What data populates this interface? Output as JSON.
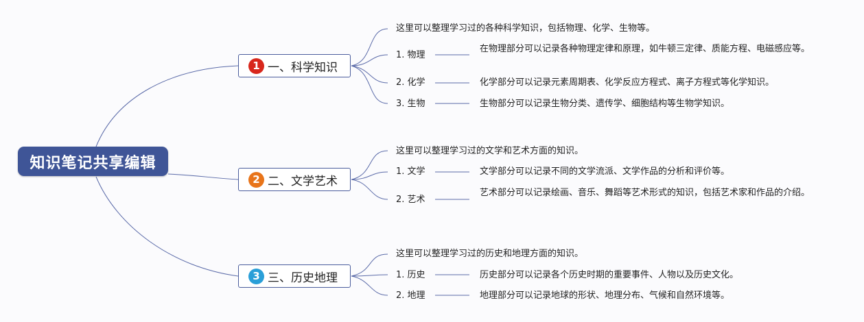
{
  "root": {
    "title": "知识笔记共享编辑"
  },
  "colors": {
    "line": "#5a6aa8",
    "root_bg": "#3f5597",
    "badge1": "#d8271c",
    "badge2": "#e8741a",
    "badge3": "#2a9fd8"
  },
  "branches": [
    {
      "number": "1",
      "title": "一、科学知识",
      "intro": "这里可以整理学习过的各种科学知识，包括物理、化学、生物等。",
      "items": [
        {
          "label": "1. 物理",
          "desc": "在物理部分可以记录各种物理定律和原理，如牛顿三定律、质能方程、电磁感应等。"
        },
        {
          "label": "2. 化学",
          "desc": "化学部分可以记录元素周期表、化学反应方程式、离子方程式等化学知识。"
        },
        {
          "label": "3. 生物",
          "desc": "生物部分可以记录生物分类、遗传学、细胞结构等生物学知识。"
        }
      ]
    },
    {
      "number": "2",
      "title": "二、文学艺术",
      "intro": "这里可以整理学习过的文学和艺术方面的知识。",
      "items": [
        {
          "label": "1. 文学",
          "desc": "文学部分可以记录不同的文学流派、文学作品的分析和评价等。"
        },
        {
          "label": "2. 艺术",
          "desc": "艺术部分可以记录绘画、音乐、舞蹈等艺术形式的知识，包括艺术家和作品的介绍。"
        }
      ]
    },
    {
      "number": "3",
      "title": "三、历史地理",
      "intro": "这里可以整理学习过的历史和地理方面的知识。",
      "items": [
        {
          "label": "1. 历史",
          "desc": "历史部分可以记录各个历史时期的重要事件、人物以及历史文化。"
        },
        {
          "label": "2. 地理",
          "desc": "地理部分可以记录地球的形状、地理分布、气候和自然环境等。"
        }
      ]
    }
  ]
}
